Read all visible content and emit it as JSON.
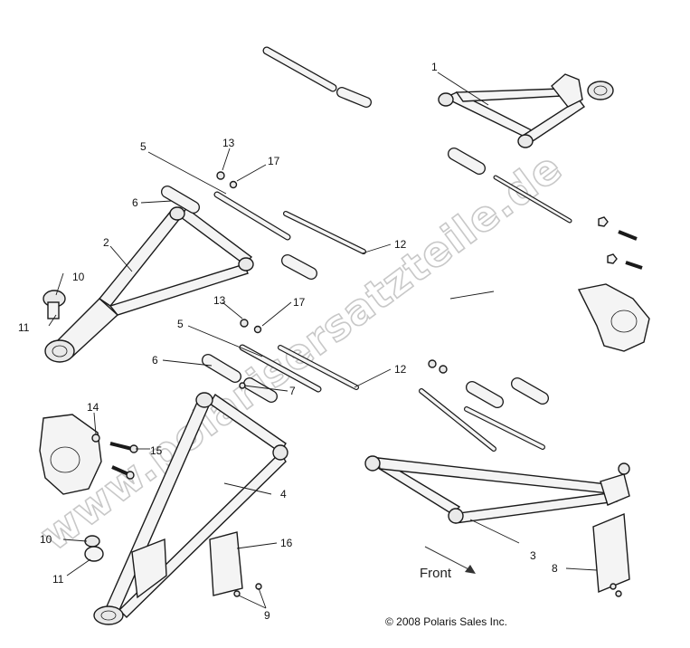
{
  "watermark": "www.polarisersatzteile.de",
  "direction_label": "Front",
  "copyright": "© 2008 Polaris Sales Inc.",
  "callouts": [
    {
      "id": "c1",
      "label": "1"
    },
    {
      "id": "c2",
      "label": "2"
    },
    {
      "id": "c3",
      "label": "3"
    },
    {
      "id": "c4",
      "label": "4"
    },
    {
      "id": "c5a",
      "label": "5"
    },
    {
      "id": "c5b",
      "label": "5"
    },
    {
      "id": "c6a",
      "label": "6"
    },
    {
      "id": "c6b",
      "label": "6"
    },
    {
      "id": "c7",
      "label": "7"
    },
    {
      "id": "c8",
      "label": "8"
    },
    {
      "id": "c9",
      "label": "9"
    },
    {
      "id": "c10a",
      "label": "10"
    },
    {
      "id": "c10b",
      "label": "10"
    },
    {
      "id": "c11a",
      "label": "11"
    },
    {
      "id": "c11b",
      "label": "11"
    },
    {
      "id": "c12a",
      "label": "12"
    },
    {
      "id": "c12b",
      "label": "12"
    },
    {
      "id": "c13a",
      "label": "13"
    },
    {
      "id": "c13b",
      "label": "13"
    },
    {
      "id": "c14",
      "label": "14"
    },
    {
      "id": "c15",
      "label": "15"
    },
    {
      "id": "c16",
      "label": "16"
    },
    {
      "id": "c17a",
      "label": "17"
    },
    {
      "id": "c17b",
      "label": "17"
    }
  ]
}
